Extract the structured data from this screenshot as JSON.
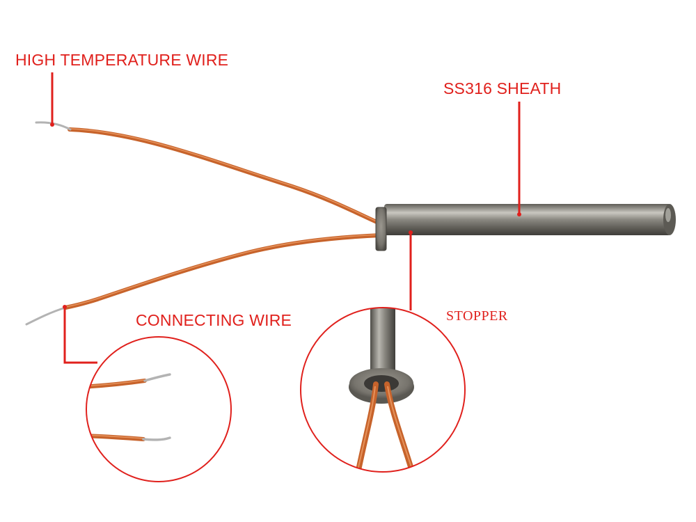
{
  "labels": {
    "high_temp_wire": "HIGH TEMPERATURE WIRE",
    "sheath": "SS316 SHEATH",
    "connecting_wire": "CONNECTING WIRE",
    "stopper": "STOPPER"
  },
  "colors": {
    "annotation": "#e0201c",
    "wire": "#cc6a2e",
    "wire_highlight": "#ec9a63",
    "steel_dark": "#4b4a45",
    "steel_mid": "#8f8d86",
    "steel_light": "#d4d2cb",
    "lead_tip": "#b8b8b8",
    "background": "#ffffff"
  }
}
